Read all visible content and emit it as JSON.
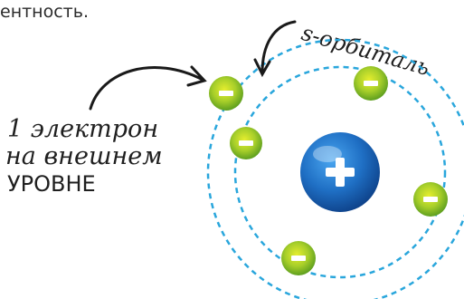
{
  "top_text": "ентность.",
  "label_electron": {
    "line1": "1 электрон",
    "line2": "на внешнем",
    "line3": "УРОВНЕ"
  },
  "label_orbital": "s-орбиталь",
  "nucleus_symbol": "+",
  "electron_symbol": "-",
  "colors": {
    "orbit": "#29a6dc",
    "nucleus": "#1f6fc4",
    "electron_outer": "#7cb92a",
    "electron_inner": "#d7e327",
    "text": "#1f1f1f"
  }
}
